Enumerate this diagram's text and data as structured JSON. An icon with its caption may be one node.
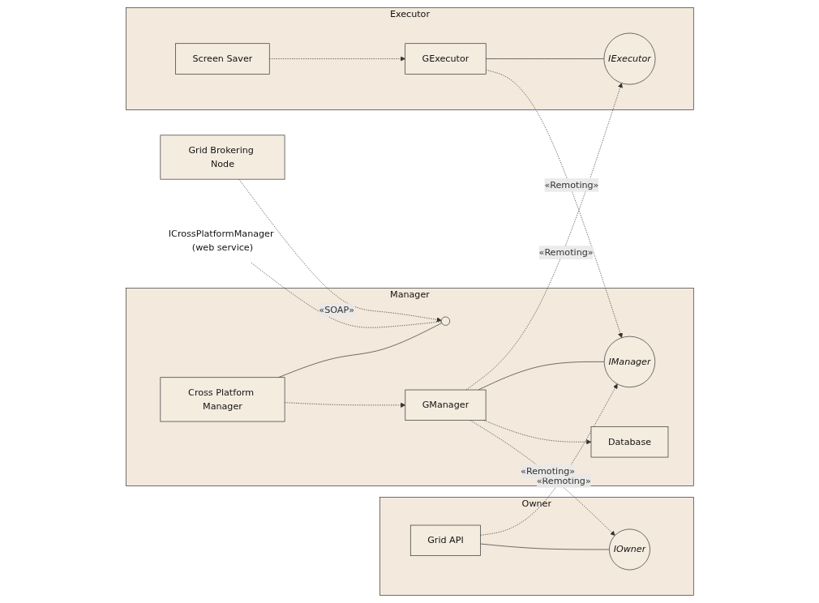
{
  "diagram": {
    "nodes": [
      {
        "text": [
          "Grid Brokering Node"
        ]
      },
      {
        "text": [
          "ICrossPlatformManager (web service)"
        ]
      },
      {
        "text": [
          "Manager"
        ]
      },
      {
        "text": [],
        "shape": "circle",
        "in": 2
      },
      {
        "text": [
          "Cross Platform Manager"
        ],
        "in": 2
      },
      {
        "text": [
          "GManager"
        ],
        "in": 2
      },
      {
        "text": [
          "IManager"
        ],
        "in": 2
      },
      {
        "text": [
          "Database"
        ],
        "in": 2
      },
      {
        "text": [
          "Executor"
        ]
      },
      {
        "text": [
          "Screen Saver"
        ],
        "in": 8
      },
      {
        "text": [
          "IExecutor"
        ],
        "in": 8
      },
      {
        "text": [
          "GExecutor"
        ],
        "in": 8
      },
      {
        "text": [
          "Owner"
        ]
      },
      {
        "text": [
          "Grid API"
        ],
        "in": 12
      },
      {
        "text": [
          "IOwner"
        ],
        "in": 12
      }
    ],
    "edges": [
      {
        "from": 0,
        "to": 3,
        "arrow": "to",
        "style": "dashed",
        "label": "«SOAP»"
      },
      {
        "from": 1,
        "to": 3,
        "arrow": "none",
        "style": "dashed"
      },
      {
        "from": 4,
        "to": 3,
        "arrow": "none"
      },
      {
        "from": 4,
        "to": 5,
        "arrow": "to",
        "style": "dashed"
      },
      {
        "from": 5,
        "to": 7,
        "arrow": "to",
        "style": "dashed"
      },
      {
        "from": 5,
        "to": 6,
        "arrow": "none"
      },
      {
        "from": 5,
        "to": 10,
        "arrow": "to",
        "style": "dashed",
        "label": "«Remoting»"
      },
      {
        "from": 9,
        "to": 11,
        "arrow": "to",
        "style": "dashed"
      },
      {
        "from": 11,
        "to": 10,
        "arrow": "none"
      },
      {
        "from": 11,
        "to": 6,
        "arrow": "to",
        "style": "dashed",
        "label": "«Remoting»"
      },
      {
        "from": 13,
        "to": 6,
        "arrow": "to",
        "style": "dashed",
        "label": "«Remoting»"
      },
      {
        "from": 5,
        "to": 14,
        "arrow": "to",
        "style": "dashed",
        "label": "«Remoting»"
      },
      {
        "from": 13,
        "to": 14,
        "arrow": "none"
      }
    ]
  }
}
